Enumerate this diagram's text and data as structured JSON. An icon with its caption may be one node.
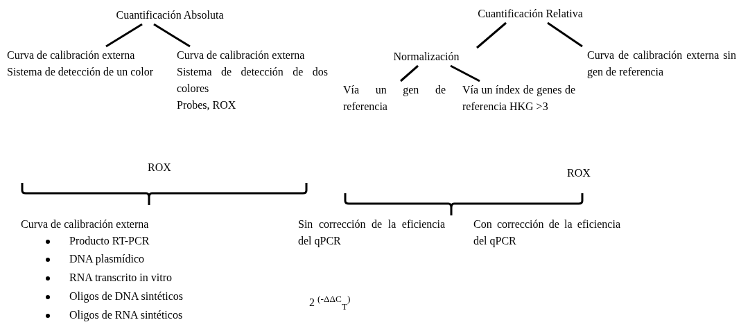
{
  "diagram": {
    "nodes": [
      {
        "text": [
          "Cuantificación Absoluta"
        ]
      },
      {
        "text": [
          "Curva de calibración externa",
          "Sistema de detección de un color"
        ]
      },
      {
        "text": [
          "Curva de calibración externa",
          "Sistema de detección de dos colores",
          "Probes, ROX"
        ]
      },
      {
        "text": [
          "Cuantificación Relativa"
        ]
      },
      {
        "text": [
          "Normalización"
        ]
      },
      {
        "text": [
          "Curva de calibración externa sin gen de referencia"
        ]
      },
      {
        "text": [
          "Vía un gen de referencia"
        ]
      },
      {
        "text": [
          "Vía un índex de genes de referencia HKG >3"
        ]
      }
    ],
    "edges": [
      {
        "from": 0,
        "to": 1,
        "arrow": "none"
      },
      {
        "from": 0,
        "to": 2,
        "arrow": "none"
      },
      {
        "from": 3,
        "to": 4,
        "arrow": "none"
      },
      {
        "from": 3,
        "to": 5,
        "arrow": "none"
      },
      {
        "from": 4,
        "to": 6,
        "arrow": "none"
      },
      {
        "from": 4,
        "to": 7,
        "arrow": "none"
      }
    ],
    "labels": [
      "ROX",
      "ROX",
      "Curva de calibración externa",
      "Producto RT-PCR",
      "DNA plasmídico",
      "RNA transcrito in vitro",
      "Oligos de DNA sintéticos",
      "Oligos de RNA sintéticos",
      "Sin corrección de la eficiencia del qPCR",
      "Con corrección de la eficiencia del qPCR",
      "2 $^{(-ΔΔC}$$_{T}$$^{)}$"
    ]
  }
}
